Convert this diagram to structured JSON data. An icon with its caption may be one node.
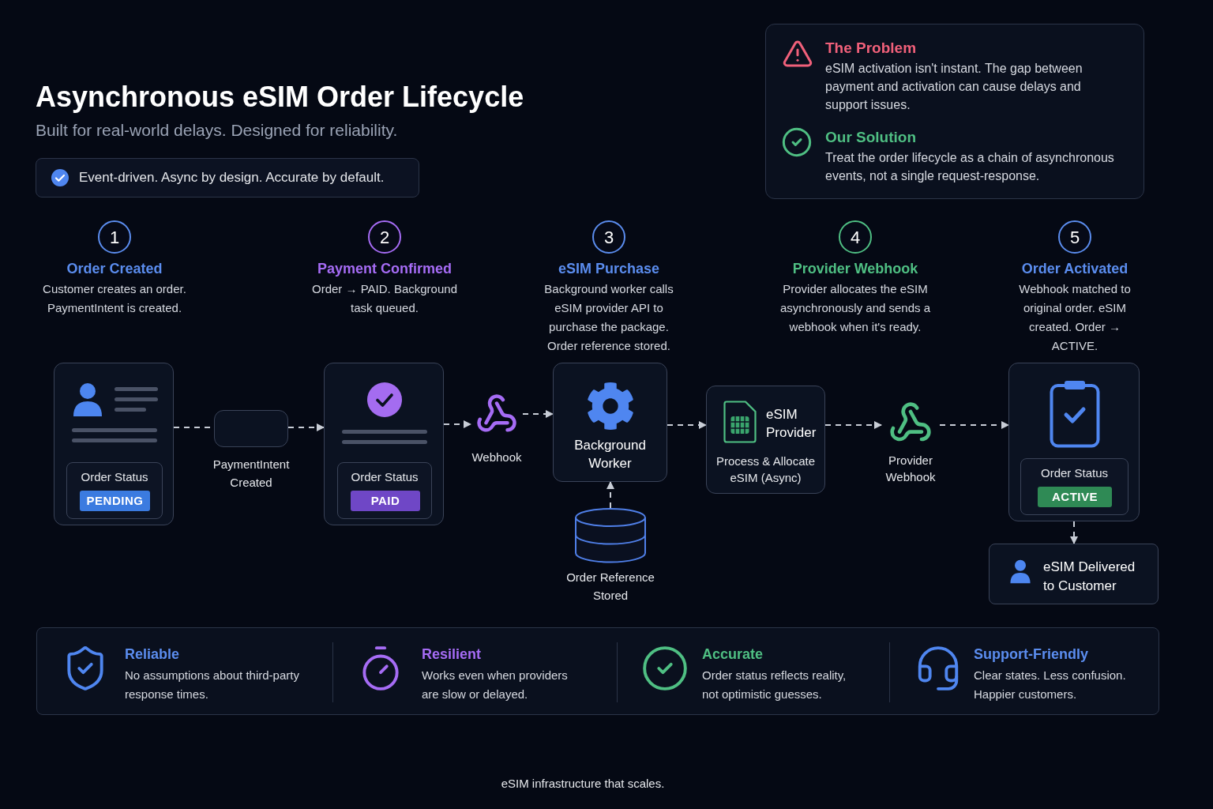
{
  "diagram": {
    "title": "Asynchronous eSIM Order Lifecycle",
    "nodes": [
      {
        "text": [
          "Event-driven. Async by design. Accurate by default."
        ]
      },
      {
        "text": [
          "The Problem",
          "eSIM activation isn't instant. The gap between payment and activation can cause delays and support issues.",
          "Our Solution",
          "Treat the order lifecycle as a chain of asynchronous events, not a single request-response."
        ]
      },
      {
        "text": [
          "1"
        ],
        "beside": [
          "Order Created",
          "Customer creates an order. PaymentIntent is created."
        ]
      },
      {
        "text": [
          "2"
        ],
        "beside": [
          "Payment Confirmed",
          "Order → PAID. Background task queued."
        ]
      },
      {
        "text": [
          "3"
        ],
        "beside": [
          "eSIM Purchase",
          "Background worker calls eSIM provider API to purchase the package. Order reference stored."
        ]
      },
      {
        "text": [
          "4"
        ],
        "beside": [
          "Provider Webhook",
          "Provider allocates the eSIM asynchronously and sends a webhook when it's ready."
        ]
      },
      {
        "text": [
          "5"
        ],
        "beside": [
          "Order Activated",
          "Webhook matched to original order. eSIM created. Order → ACTIVE."
        ]
      },
      {
        "text": [],
        "shape": "box"
      },
      {
        "text": [
          "Order Status"
        ],
        "in": 7
      },
      {
        "text": [
          "PENDING"
        ],
        "in": 8
      },
      {
        "text": [],
        "shape": "box",
        "beside": [
          "PaymentIntent Created"
        ]
      },
      {
        "text": [],
        "shape": "box"
      },
      {
        "text": [
          "Order Status"
        ],
        "in": 11
      },
      {
        "text": [
          "PAID"
        ],
        "in": 12
      },
      {
        "text": [
          "Webhook"
        ]
      },
      {
        "text": [
          "Background Worker"
        ]
      },
      {
        "text": [],
        "shape": "cylinder",
        "beside": [
          "Order Reference Stored"
        ]
      },
      {
        "text": [
          "eSIM Provider",
          "Process & Allocate eSIM (Async)"
        ]
      },
      {
        "text": [
          "Provider Webhook"
        ]
      },
      {
        "text": [],
        "shape": "box"
      },
      {
        "text": [
          "Order Status"
        ],
        "in": 19
      },
      {
        "text": [
          "ACTIVE"
        ],
        "in": 20
      },
      {
        "text": [
          "eSIM Delivered to Customer"
        ]
      },
      {
        "text": [
          "Reliable",
          "No assumptions about third-party response times.",
          "Resilient",
          "Works even when providers are slow or delayed.",
          "Accurate",
          "Order status reflects reality, not optimistic guesses.",
          "Support-Friendly",
          "Clear states. Less confusion. Happier customers."
        ]
      }
    ],
    "edges": [
      {
        "from": 7,
        "to": 10,
        "arrow": "none",
        "style": "dashed"
      },
      {
        "from": 10,
        "to": 11,
        "arrow": "to",
        "style": "dashed"
      },
      {
        "from": 11,
        "to": 14,
        "arrow": "to",
        "style": "dashed"
      },
      {
        "from": 14,
        "to": 15,
        "arrow": "to",
        "style": "dashed"
      },
      {
        "from": 15,
        "to": 17,
        "arrow": "to",
        "style": "dashed"
      },
      {
        "from": 17,
        "to": 18,
        "arrow": "to",
        "style": "dashed"
      },
      {
        "from": 18,
        "to": 19,
        "arrow": "to",
        "style": "dashed"
      },
      {
        "from": 19,
        "to": 22,
        "arrow": "to",
        "style": "dashed"
      },
      {
        "from": 16,
        "to": 15,
        "arrow": "to",
        "style": "dashed"
      }
    ],
    "labels": [
      "Built for real-world delays. Designed for reliability.",
      "eSIM infrastructure that scales."
    ]
  }
}
